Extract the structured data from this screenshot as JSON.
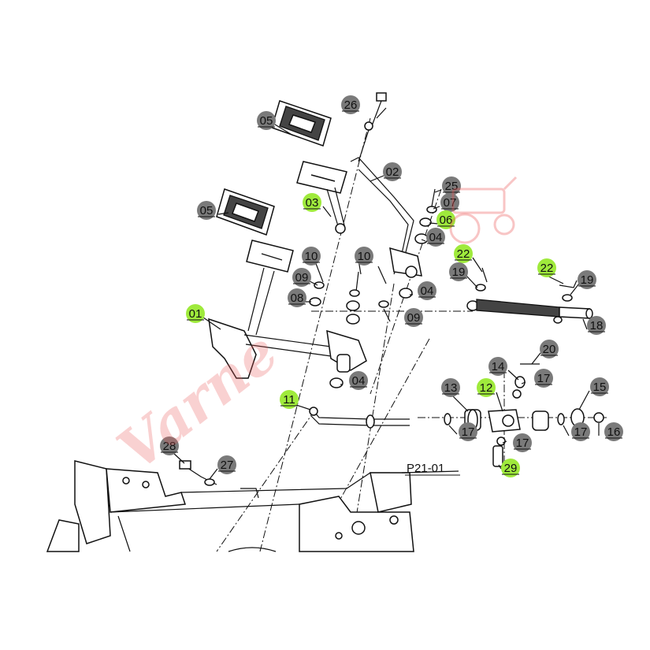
{
  "diagram": {
    "section_label": "P21-01",
    "watermark_text": "Varne",
    "watermark_color": "#eb5a5a",
    "callouts": [
      {
        "id": "c26",
        "label": "26",
        "highlight": false
      },
      {
        "id": "c05a",
        "label": "05",
        "highlight": false
      },
      {
        "id": "c02",
        "label": "02",
        "highlight": false
      },
      {
        "id": "c25",
        "label": "25",
        "highlight": false
      },
      {
        "id": "c07",
        "label": "07",
        "highlight": false
      },
      {
        "id": "c06",
        "label": "06",
        "highlight": true
      },
      {
        "id": "c03",
        "label": "03",
        "highlight": true
      },
      {
        "id": "c05b",
        "label": "05",
        "highlight": false
      },
      {
        "id": "c04a",
        "label": "04",
        "highlight": false
      },
      {
        "id": "c22a",
        "label": "22",
        "highlight": true
      },
      {
        "id": "c22b",
        "label": "22",
        "highlight": true
      },
      {
        "id": "c10a",
        "label": "10",
        "highlight": false
      },
      {
        "id": "c10b",
        "label": "10",
        "highlight": false
      },
      {
        "id": "c09a",
        "label": "09",
        "highlight": false
      },
      {
        "id": "c19a",
        "label": "19",
        "highlight": false
      },
      {
        "id": "c19b",
        "label": "19",
        "highlight": false
      },
      {
        "id": "c08",
        "label": "08",
        "highlight": false
      },
      {
        "id": "c04b",
        "label": "04",
        "highlight": false
      },
      {
        "id": "c01",
        "label": "01",
        "highlight": true
      },
      {
        "id": "c09b",
        "label": "09",
        "highlight": false
      },
      {
        "id": "c18",
        "label": "18",
        "highlight": false
      },
      {
        "id": "c20",
        "label": "20",
        "highlight": false
      },
      {
        "id": "c14",
        "label": "14",
        "highlight": false
      },
      {
        "id": "c17a",
        "label": "17",
        "highlight": false
      },
      {
        "id": "c04c",
        "label": "04",
        "highlight": false
      },
      {
        "id": "c13",
        "label": "13",
        "highlight": false
      },
      {
        "id": "c12",
        "label": "12",
        "highlight": true
      },
      {
        "id": "c15",
        "label": "15",
        "highlight": false
      },
      {
        "id": "c11",
        "label": "11",
        "highlight": true
      },
      {
        "id": "c17b",
        "label": "17",
        "highlight": false
      },
      {
        "id": "c17c",
        "label": "17",
        "highlight": false
      },
      {
        "id": "c16",
        "label": "16",
        "highlight": false
      },
      {
        "id": "c17d",
        "label": "17",
        "highlight": false
      },
      {
        "id": "c28",
        "label": "28",
        "highlight": false
      },
      {
        "id": "c27",
        "label": "27",
        "highlight": false
      },
      {
        "id": "c29",
        "label": "29",
        "highlight": true
      }
    ]
  }
}
